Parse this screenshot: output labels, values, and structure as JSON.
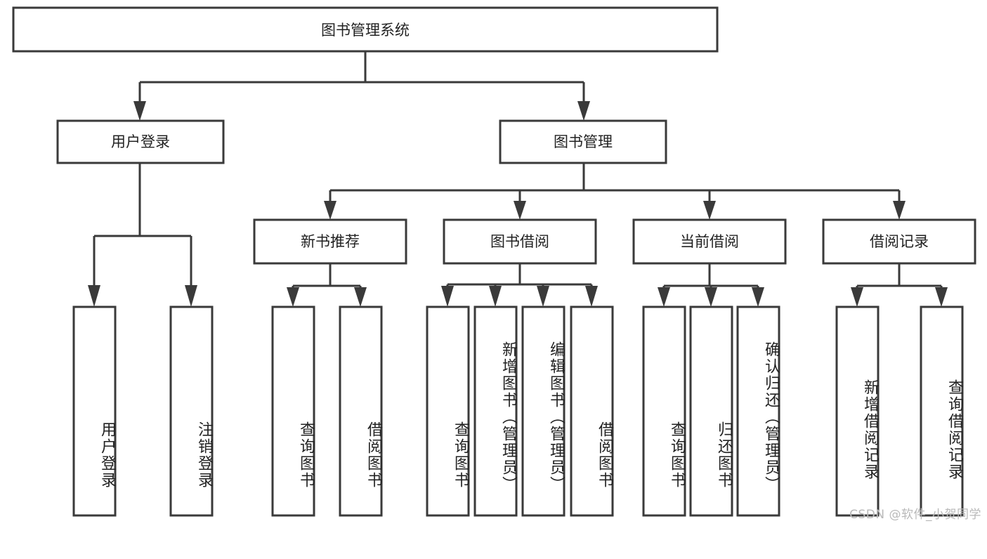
{
  "diagram": {
    "title": "图书管理系统",
    "type": "tree-hierarchy",
    "root": {
      "label": "图书管理系统"
    },
    "level1": [
      {
        "label": "用户登录"
      },
      {
        "label": "图书管理"
      }
    ],
    "level2": [
      {
        "label": "新书推荐"
      },
      {
        "label": "图书借阅"
      },
      {
        "label": "当前借阅"
      },
      {
        "label": "借阅记录"
      }
    ],
    "leaves": {
      "user_login": [
        {
          "label": "用户登录"
        },
        {
          "label": "注销登录"
        }
      ],
      "new_book": [
        {
          "label": "查询图书"
        },
        {
          "label": "借阅图书"
        }
      ],
      "book_borrow": [
        {
          "label": "查询图书"
        },
        {
          "label": "新增图书（管理员）"
        },
        {
          "label": "编辑图书（管理员）"
        },
        {
          "label": "借阅图书"
        }
      ],
      "current_borrow": [
        {
          "label": "查询图书"
        },
        {
          "label": "归还图书"
        },
        {
          "label": "确认归还（管理员）"
        }
      ],
      "borrow_record": [
        {
          "label": "新增借阅记录"
        },
        {
          "label": "查询借阅记录"
        }
      ]
    }
  },
  "watermark": {
    "text": "CSDN @软件_小贺同学"
  },
  "colors": {
    "box_stroke": "#3a3a3a",
    "box_fill": "#ffffff",
    "text": "#222222",
    "watermark": "#b9b9b9",
    "background": "#ffffff"
  }
}
